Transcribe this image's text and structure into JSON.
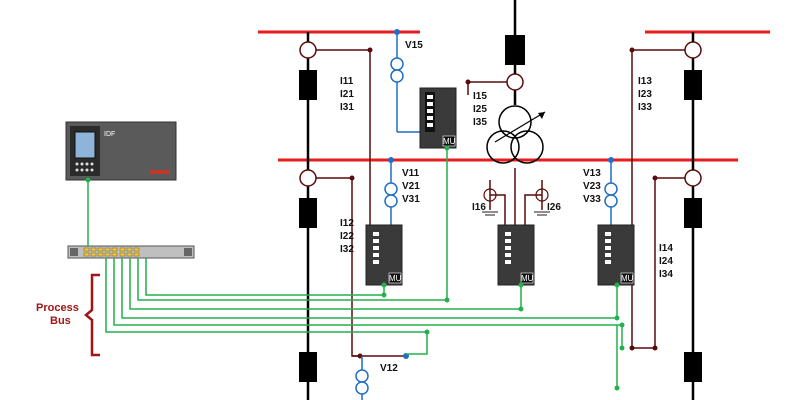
{
  "colors": {
    "busbar": "#e81c1c",
    "feeder": "#000000",
    "current_wire": "#5a0a0a",
    "voltage_wire": "#1f6fc4",
    "process_bus": "#22b14c",
    "process_bus_label": "#a31515"
  },
  "labels": {
    "process_bus_line1": "Process",
    "process_bus_line2": "Bus",
    "ied": "IDF",
    "mu": "MU",
    "v15": "V15",
    "i_left_top": [
      "I11",
      "I21",
      "I31"
    ],
    "i_mid_top": [
      "I15",
      "I25",
      "I35"
    ],
    "i_right_top": [
      "I13",
      "I23",
      "I33"
    ],
    "v_mid_left": [
      "V11",
      "V21",
      "V31"
    ],
    "v_mid_right": [
      "V13",
      "V23",
      "V33"
    ],
    "i_left_bottom": [
      "I12",
      "I22",
      "I32"
    ],
    "i_right_bottom": [
      "I14",
      "I24",
      "I34"
    ],
    "i16": "I16",
    "i26": "I26",
    "v12": "V12"
  }
}
